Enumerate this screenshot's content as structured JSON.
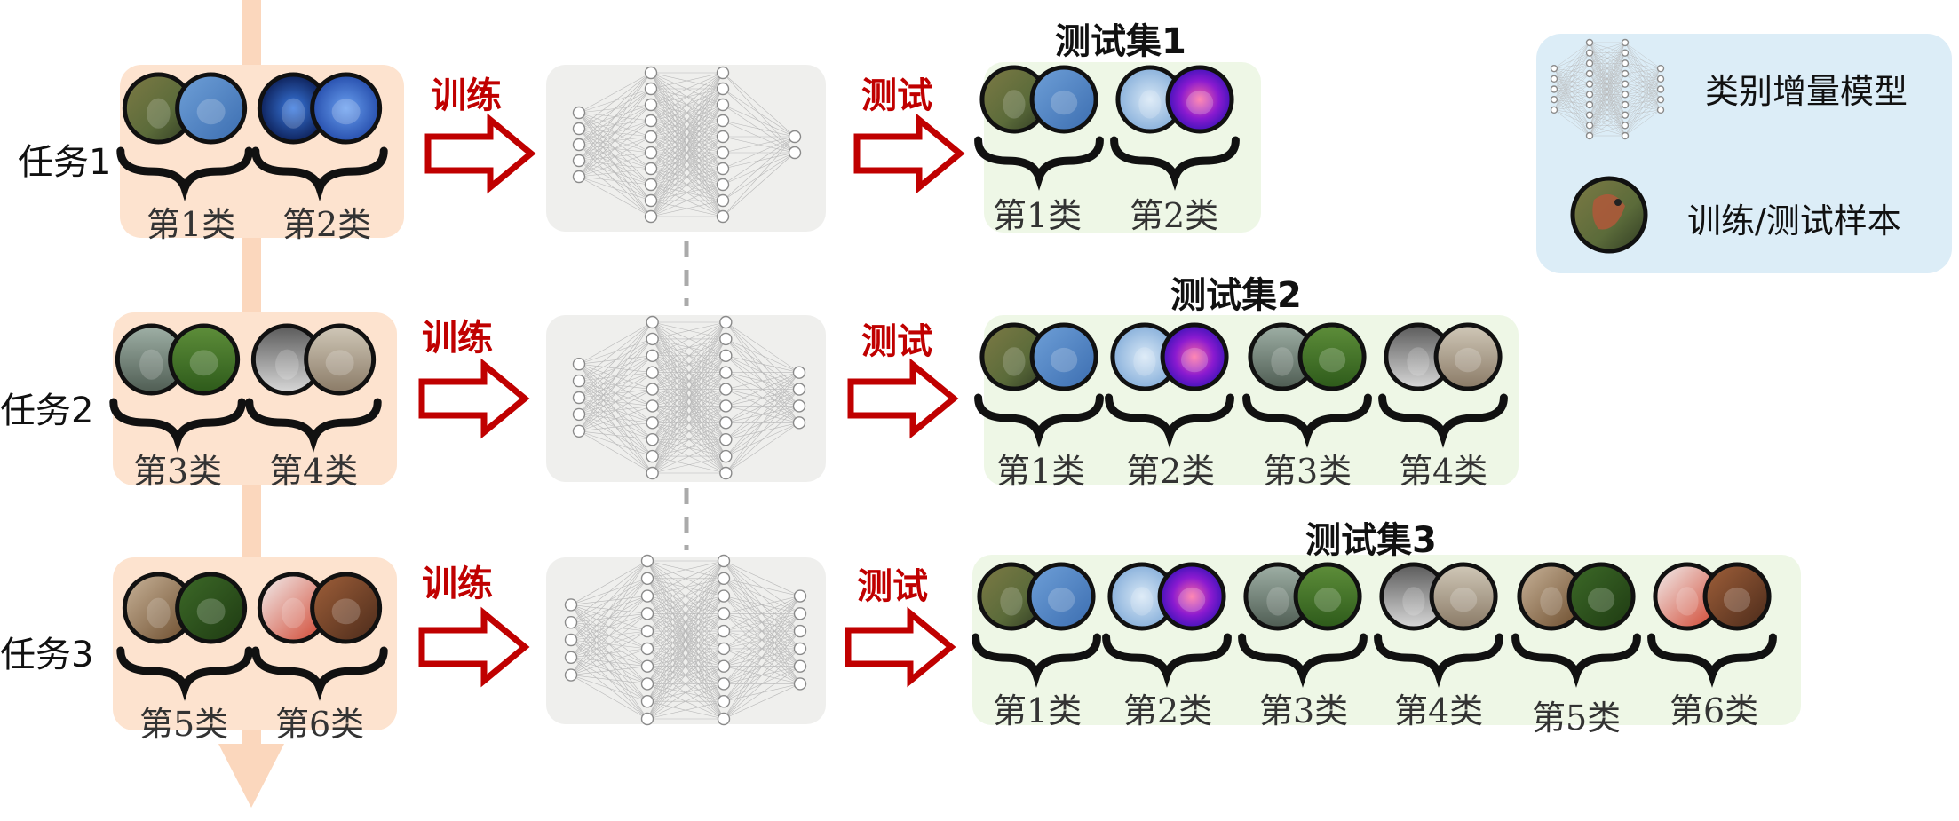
{
  "tasks": [
    {
      "label": "任务1",
      "classes": [
        "第1类",
        "第2类"
      ]
    },
    {
      "label": "任务2",
      "classes": [
        "第3类",
        "第4类"
      ]
    },
    {
      "label": "任务3",
      "classes": [
        "第5类",
        "第6类"
      ]
    }
  ],
  "train_label": "训练",
  "test_label": "测试",
  "test_sets": [
    {
      "title": "测试集1",
      "classes": [
        "第1类",
        "第2类"
      ]
    },
    {
      "title": "测试集2",
      "classes": [
        "第1类",
        "第2类",
        "第3类",
        "第4类"
      ]
    },
    {
      "title": "测试集3",
      "classes": [
        "第1类",
        "第2类",
        "第3类",
        "第4类",
        "第5类",
        "第6类"
      ]
    }
  ],
  "legend": {
    "model_label": "类别增量模型",
    "sample_label": "训练/测试样本"
  },
  "sample_images": [
    {
      "name": "bird-image",
      "colors": [
        "#6f6a3a",
        "#b84a3a"
      ]
    },
    {
      "name": "jellyfish-image",
      "colors": [
        "#0a1f6a",
        "#3a7ae0"
      ]
    },
    {
      "name": "goose-image",
      "colors": [
        "#8fa08a",
        "#3f7a2e"
      ]
    },
    {
      "name": "fox-image",
      "colors": [
        "#d8d8d8",
        "#b9b0a0"
      ]
    },
    {
      "name": "dog-image",
      "colors": [
        "#9b7a55",
        "#4a6a2a"
      ]
    },
    {
      "name": "crab-image",
      "colors": [
        "#c04030",
        "#a06a40"
      ]
    }
  ],
  "colors": {
    "task_bg": "#fde3cf",
    "timeline": "#fbd7bd",
    "network_bg": "#efefed",
    "testset_bg": "#eef7e6",
    "legend_bg": "#dcedf7",
    "arrow_red": "#c00000"
  }
}
